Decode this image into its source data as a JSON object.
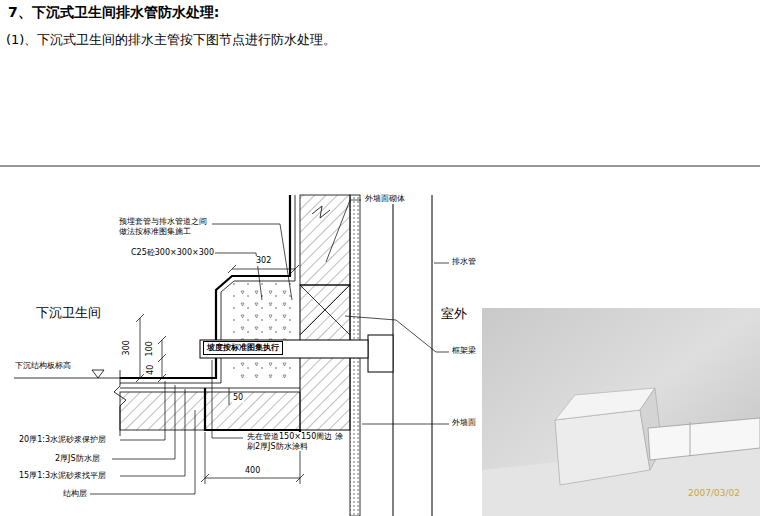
{
  "diagram": {
    "title": "7、下沉式卫生间排水管防水处理:",
    "nodes": [
      {
        "text": [
          "坡度按标准图集执行"
        ]
      }
    ],
    "labels": [
      "(1)、下沉式卫生间的排水主管按下图节点进行防水处理。",
      "外墙面砌体",
      "预埋套管与排水管道之间 做法按标准图集施工",
      "C25砼300×300×300",
      "302",
      "下沉卫生间",
      "室外",
      "排水管",
      "300",
      "100",
      "40",
      "下沉结构板标高",
      "50",
      "框架梁",
      "外墙面",
      "20厚1:3水泥砂浆保护层",
      "2厚JS防水层",
      "15厚1:3水泥砂浆找平层",
      "结构层",
      "先在管道150×150周边 涂刷2厚JS防水涂料",
      "400",
      "2007/03/02"
    ]
  }
}
